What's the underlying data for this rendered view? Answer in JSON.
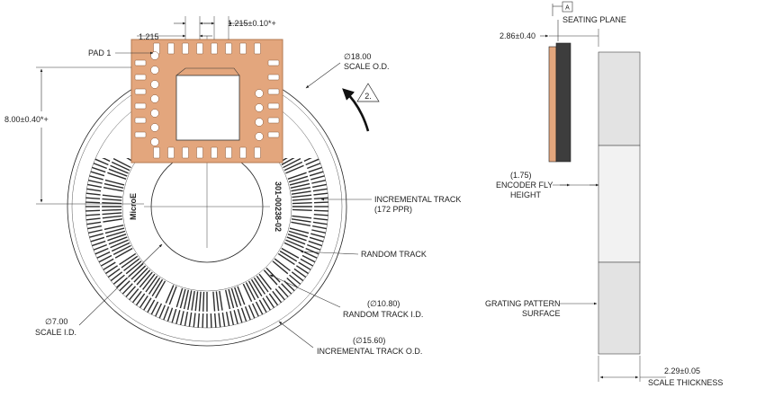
{
  "colors": {
    "pcb": "#e3a67d",
    "pcb_stroke": "#b37850",
    "pad": "#ffffff",
    "line": "#222222",
    "track": "#2b2b2b",
    "scale_face": "#e3e3e3",
    "sensor_dark": "#3d3d3d"
  },
  "front_view": {
    "dim_top_left": "1.215",
    "dim_top_right": "1.215±0.10*+",
    "pad1_label": "PAD 1",
    "scale_od": {
      "line1": "∅18.00",
      "line2": "SCALE O.D."
    },
    "height_dim": "8.00±0.40*+",
    "rotation_note": "2.",
    "incremental_track": {
      "line1": "INCREMENTAL TRACK",
      "line2": "(172 PPR)"
    },
    "random_track": "RANDOM TRACK",
    "random_track_id": {
      "line1": "(∅10.80)",
      "line2": "RANDOM TRACK I.D."
    },
    "scale_id": {
      "line1": "∅7.00",
      "line2": "SCALE I.D."
    },
    "incremental_track_od": {
      "line1": "(∅15.60)",
      "line2": "INCREMENTAL TRACK O.D."
    },
    "scale_logo": "MicroE",
    "part_number": "301-00238-02"
  },
  "side_view": {
    "datum": "A",
    "seating_plane": "SEATING PLANE",
    "sensor_thickness": "2.86±0.40",
    "fly_height": {
      "line1": "(1.75)",
      "line2": "ENCODER FLY",
      "line3": "HEIGHT"
    },
    "grating_surface": {
      "line1": "GRATING PATTERN",
      "line2": "SURFACE"
    },
    "scale_thickness": {
      "line1": "2.29±0.05",
      "line2": "SCALE THICKNESS"
    }
  }
}
